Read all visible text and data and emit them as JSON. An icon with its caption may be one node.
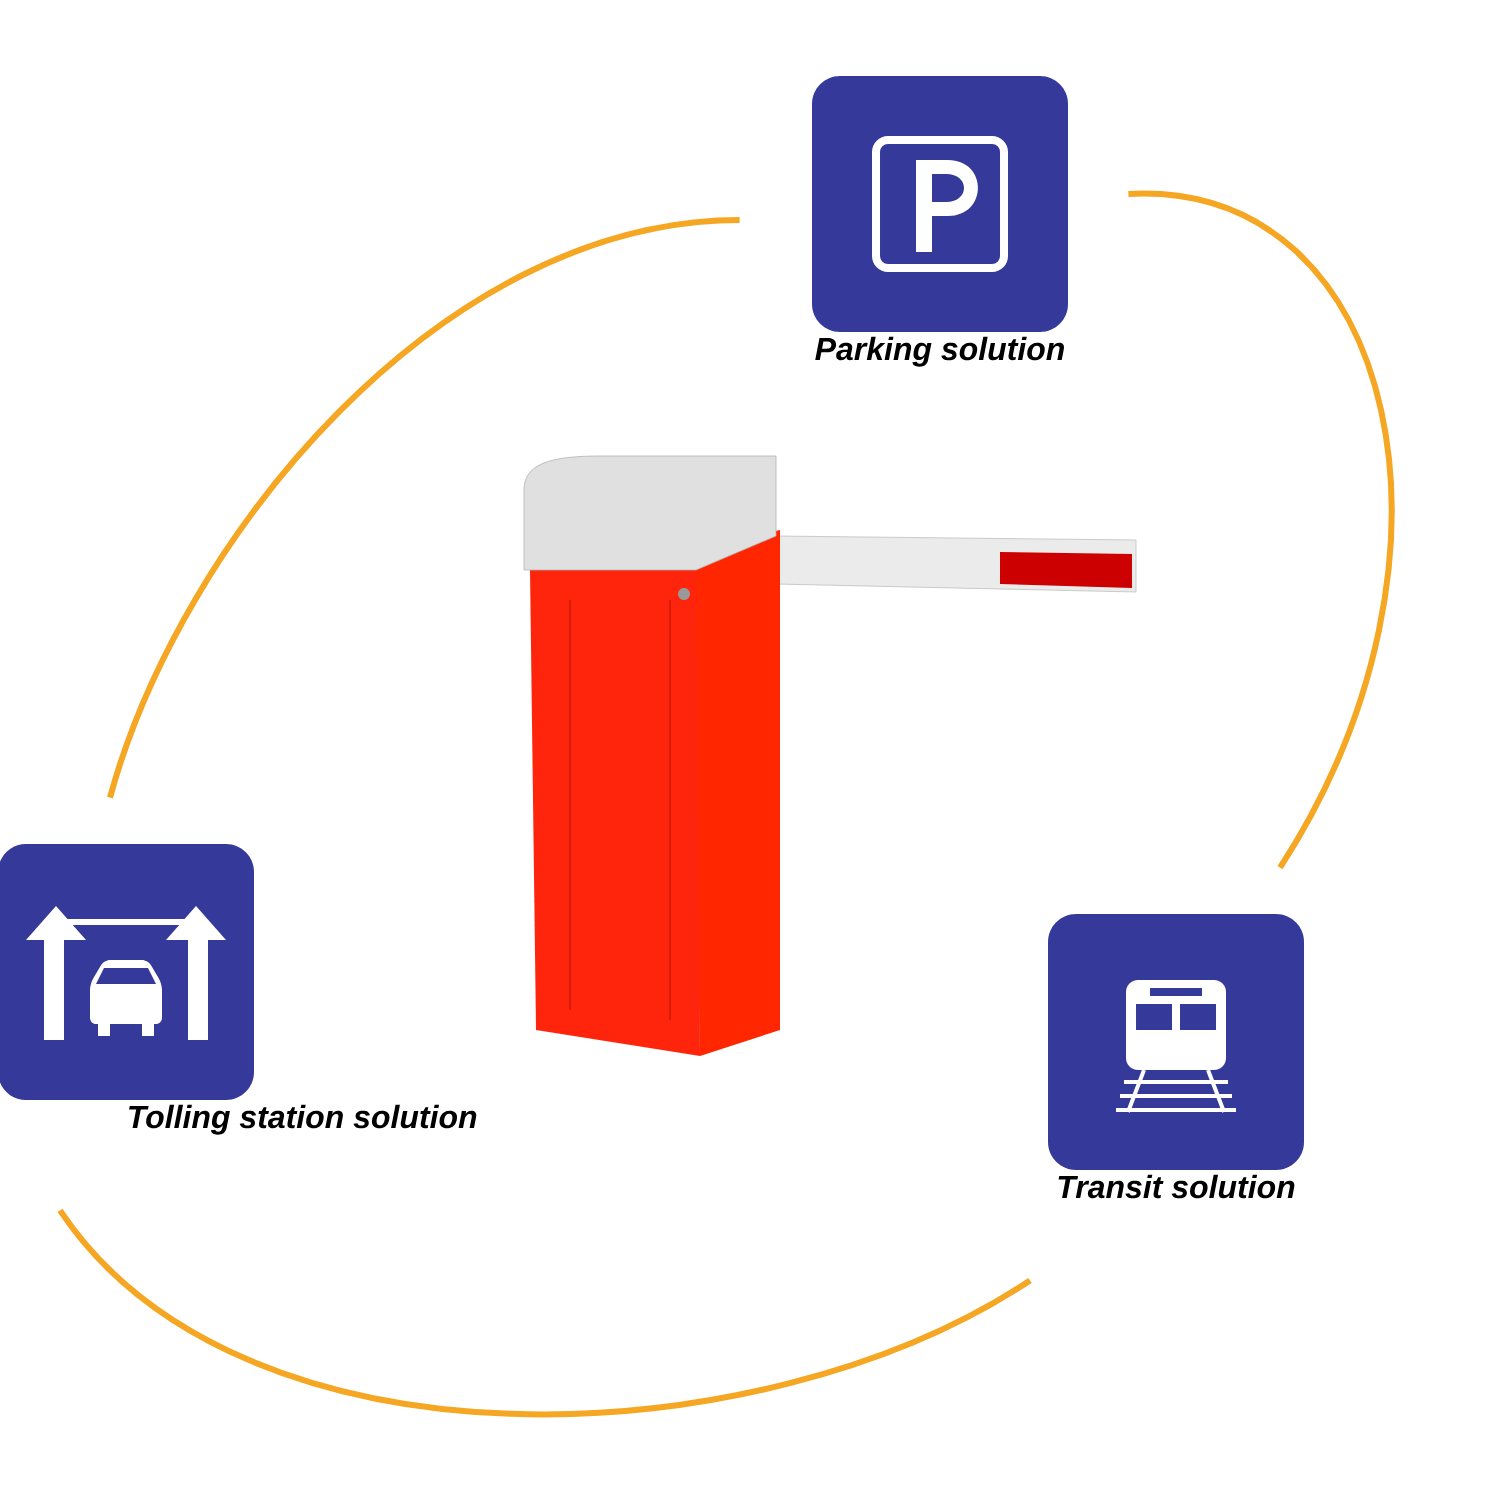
{
  "diagram": {
    "nodes": [
      {
        "text": [
          "Parking solution"
        ]
      },
      {
        "text": [
          "Tolling station solution"
        ]
      },
      {
        "text": [
          "Transit solution"
        ]
      }
    ],
    "edges": [
      {
        "from": 0,
        "to": 2,
        "arrow": "none",
        "color": "#f5a623"
      },
      {
        "from": 2,
        "to": 1,
        "arrow": "none",
        "color": "#f5a623"
      },
      {
        "from": 1,
        "to": 0,
        "arrow": "none",
        "color": "#f5a623"
      }
    ]
  }
}
